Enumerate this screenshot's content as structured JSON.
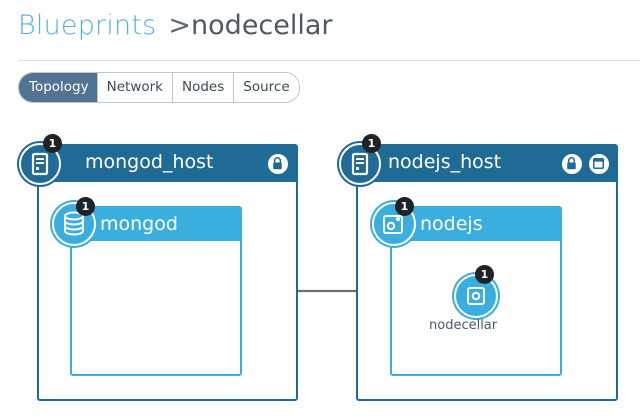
{
  "breadcrumb": {
    "root": "Blueprints",
    "separator": ">",
    "current": "nodecellar"
  },
  "tabs": [
    {
      "label": "Topology",
      "active": true
    },
    {
      "label": "Network",
      "active": false
    },
    {
      "label": "Nodes",
      "active": false
    },
    {
      "label": "Source",
      "active": false
    }
  ],
  "topology": {
    "hosts": [
      {
        "name": "mongod_host",
        "instances": "1",
        "icons": [
          "server-icon",
          "lock-icon"
        ],
        "children": [
          {
            "name": "mongod",
            "instances": "1",
            "icon": "database-icon"
          }
        ]
      },
      {
        "name": "nodejs_host",
        "instances": "1",
        "icons": [
          "server-icon",
          "lock-icon",
          "window-icon"
        ],
        "children": [
          {
            "name": "nodejs",
            "instances": "1",
            "icon": "gears-icon",
            "children": [
              {
                "name": "nodecellar",
                "instances": "1",
                "icon": "gear-icon"
              }
            ]
          }
        ]
      }
    ],
    "connections": [
      {
        "from": "nodecellar",
        "to": "mongod"
      }
    ]
  },
  "colors": {
    "host": "#1f6b96",
    "node": "#3aaedf",
    "breadcrumb_root": "#52b1e0",
    "active_tab": "#527393",
    "badge": "#1f2326",
    "connector": "#6f6f6f"
  }
}
